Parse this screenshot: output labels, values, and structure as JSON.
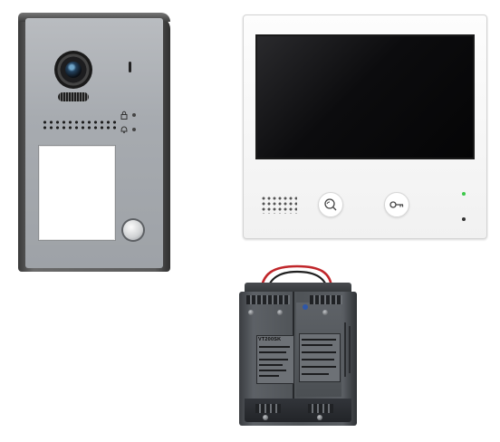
{
  "scene": {
    "products": [
      {
        "id": "door-station",
        "type": "outdoor-door-station"
      },
      {
        "id": "monitor",
        "type": "indoor-video-monitor"
      },
      {
        "id": "power-supply",
        "type": "din-rail-power-supply"
      }
    ]
  },
  "door_station": {
    "panel_color": "#a7abb0",
    "frame_color": "#4a4a4a",
    "icons": [
      "lock-icon",
      "door-bell-icon"
    ]
  },
  "monitor": {
    "body_color": "#f6f6f6",
    "screen_color": "#0c0c0e",
    "led_colors": {
      "status": "#3cc84a",
      "power": "#333333"
    },
    "icons": [
      "intercom-handset-icon",
      "key-icon"
    ]
  },
  "power_supply": {
    "model": "VT200SK",
    "housing_color": "#4f5357",
    "wire_colors": [
      "#c0262a",
      "#1f1f1f"
    ]
  }
}
